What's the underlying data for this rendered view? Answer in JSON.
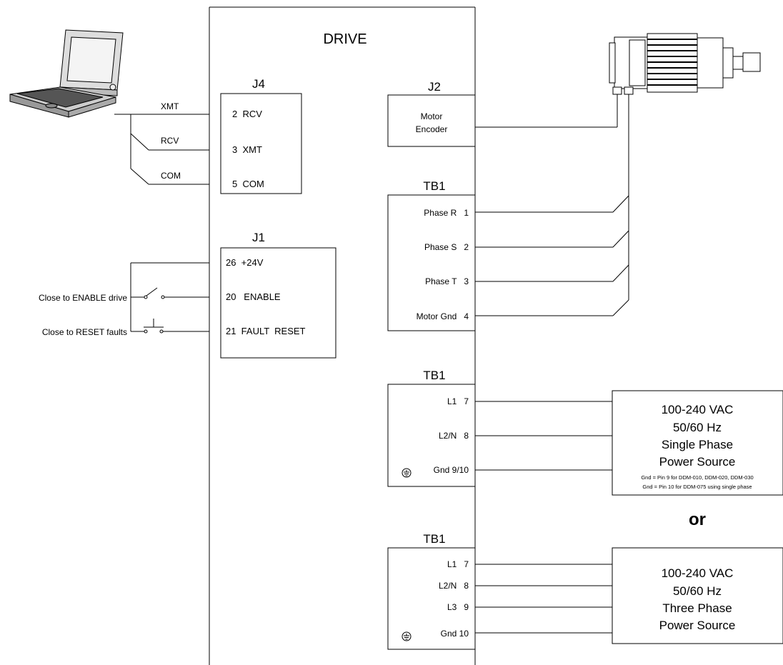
{
  "drive": {
    "title": "DRIVE"
  },
  "j4": {
    "title": "J4",
    "pins": [
      "2  RCV",
      "3  XMT",
      "5  COM"
    ],
    "wire_labels": [
      "XMT",
      "RCV",
      "COM"
    ]
  },
  "j1": {
    "title": "J1",
    "pins": [
      "26  +24V",
      "20   ENABLE",
      "21  FAULT  RESET"
    ],
    "switch_labels": [
      "Close to ENABLE drive",
      "Close to RESET faults"
    ]
  },
  "j2": {
    "title": "J2",
    "line1": "Motor",
    "line2": "Encoder"
  },
  "tb1_motor": {
    "title": "TB1",
    "pins": [
      "Phase R   1",
      "Phase S   2",
      "Phase T   3",
      "Motor Gnd   4"
    ]
  },
  "tb1_single": {
    "title": "TB1",
    "pins": [
      "L1   7",
      "L2/N   8",
      "Gnd 9/10"
    ]
  },
  "tb1_three": {
    "title": "TB1",
    "pins": [
      "L1   7",
      "L2/N   8",
      "L3   9",
      "Gnd 10"
    ]
  },
  "power_single": {
    "lines": [
      "100-240 VAC",
      "50/60 Hz",
      "Single Phase",
      "Power Source"
    ],
    "notes": [
      "Gnd = Pin 9 for DDM-010, DDM-020, DDM-030",
      "Gnd = Pin 10 for DDM-075 using single phase"
    ]
  },
  "or_label": "or",
  "power_three": {
    "lines": [
      "100-240 VAC",
      "50/60 Hz",
      "Three Phase",
      "Power Source"
    ]
  },
  "icons": [
    "laptop-icon",
    "motor-icon",
    "ground-symbol-icon",
    "switch-icon",
    "pushbutton-icon"
  ]
}
